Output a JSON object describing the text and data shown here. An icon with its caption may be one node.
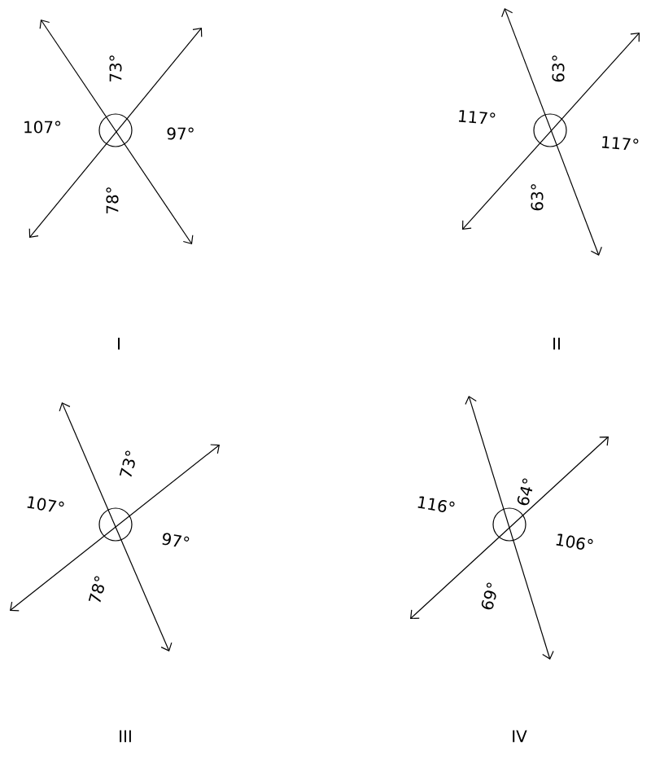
{
  "diagram": {
    "labels": [
      "73°",
      "107°",
      "97°",
      "78°",
      "63°",
      "117°",
      "117°",
      "63°",
      "73°",
      "107°",
      "97°",
      "78°",
      "64°",
      "116°",
      "106°",
      "69°",
      "I",
      "II",
      "III",
      "IV"
    ]
  }
}
